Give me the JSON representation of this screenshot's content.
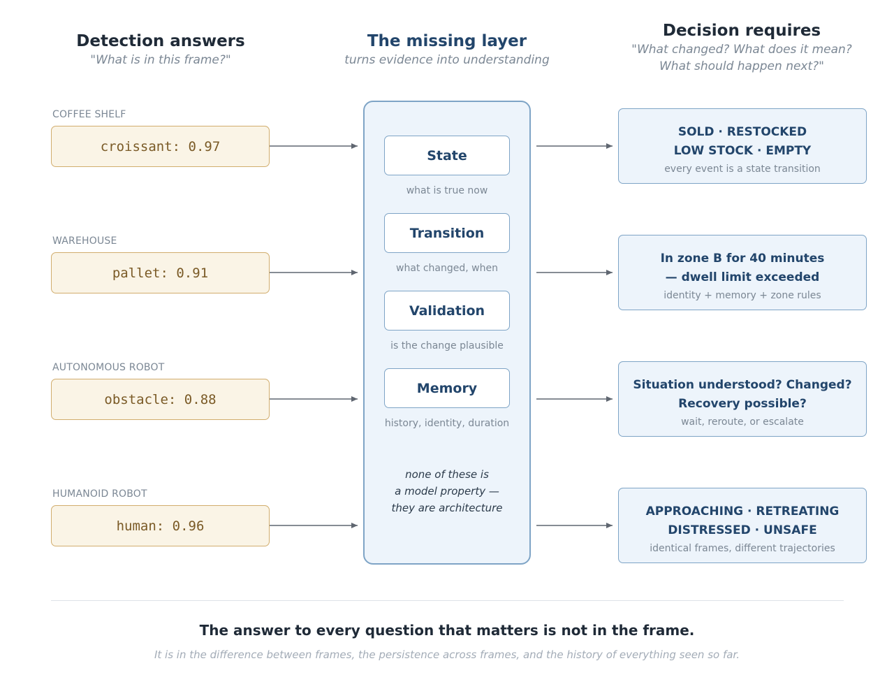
{
  "columns": {
    "detection": {
      "title": "Detection answers",
      "subtitle": "\"What is in this frame?\""
    },
    "layer": {
      "title": "The missing layer",
      "subtitle": "turns evidence into understanding"
    },
    "decision": {
      "title": "Decision requires",
      "subtitle_lines": [
        "\"What changed? What does it mean?",
        "What should happen next?\""
      ]
    }
  },
  "detections": [
    {
      "category": "COFFEE SHELF",
      "label": "croissant: 0.97"
    },
    {
      "category": "WAREHOUSE",
      "label": "pallet: 0.91"
    },
    {
      "category": "AUTONOMOUS ROBOT",
      "label": "obstacle: 0.88"
    },
    {
      "category": "HUMANOID ROBOT",
      "label": "human: 0.96"
    }
  ],
  "layer_steps": [
    {
      "name": "State",
      "note": "what is true now"
    },
    {
      "name": "Transition",
      "note": "what changed, when"
    },
    {
      "name": "Validation",
      "note": "is the change plausible"
    },
    {
      "name": "Memory",
      "note": "history, identity, duration"
    }
  ],
  "layer_note_lines": [
    "none of these is",
    "a model property —",
    "they are architecture"
  ],
  "decisions": [
    {
      "lines": [
        "SOLD · RESTOCKED",
        "LOW STOCK · EMPTY"
      ],
      "note": "every event is a state transition"
    },
    {
      "lines": [
        "In zone B for 40 minutes",
        "— dwell limit exceeded"
      ],
      "note": "identity + memory + zone rules"
    },
    {
      "lines": [
        "Situation understood? Changed?",
        "Recovery possible?"
      ],
      "note": "wait, reroute, or escalate"
    },
    {
      "lines": [
        "APPROACHING · RETREATING",
        "DISTRESSED · UNSAFE"
      ],
      "note": "identical frames, different trajectories"
    }
  ],
  "footer": {
    "title": "The answer to every question that matters is not in the frame.",
    "subtitle": "It is in the difference between frames, the persistence across frames, and the history of everything seen so far."
  },
  "colors": {
    "detection_fill": "#faf4e6",
    "detection_border": "#d1ad6d",
    "layer_fill": "#edf4fb",
    "layer_border": "#7ea4c6",
    "arrow": "#5f6670"
  }
}
